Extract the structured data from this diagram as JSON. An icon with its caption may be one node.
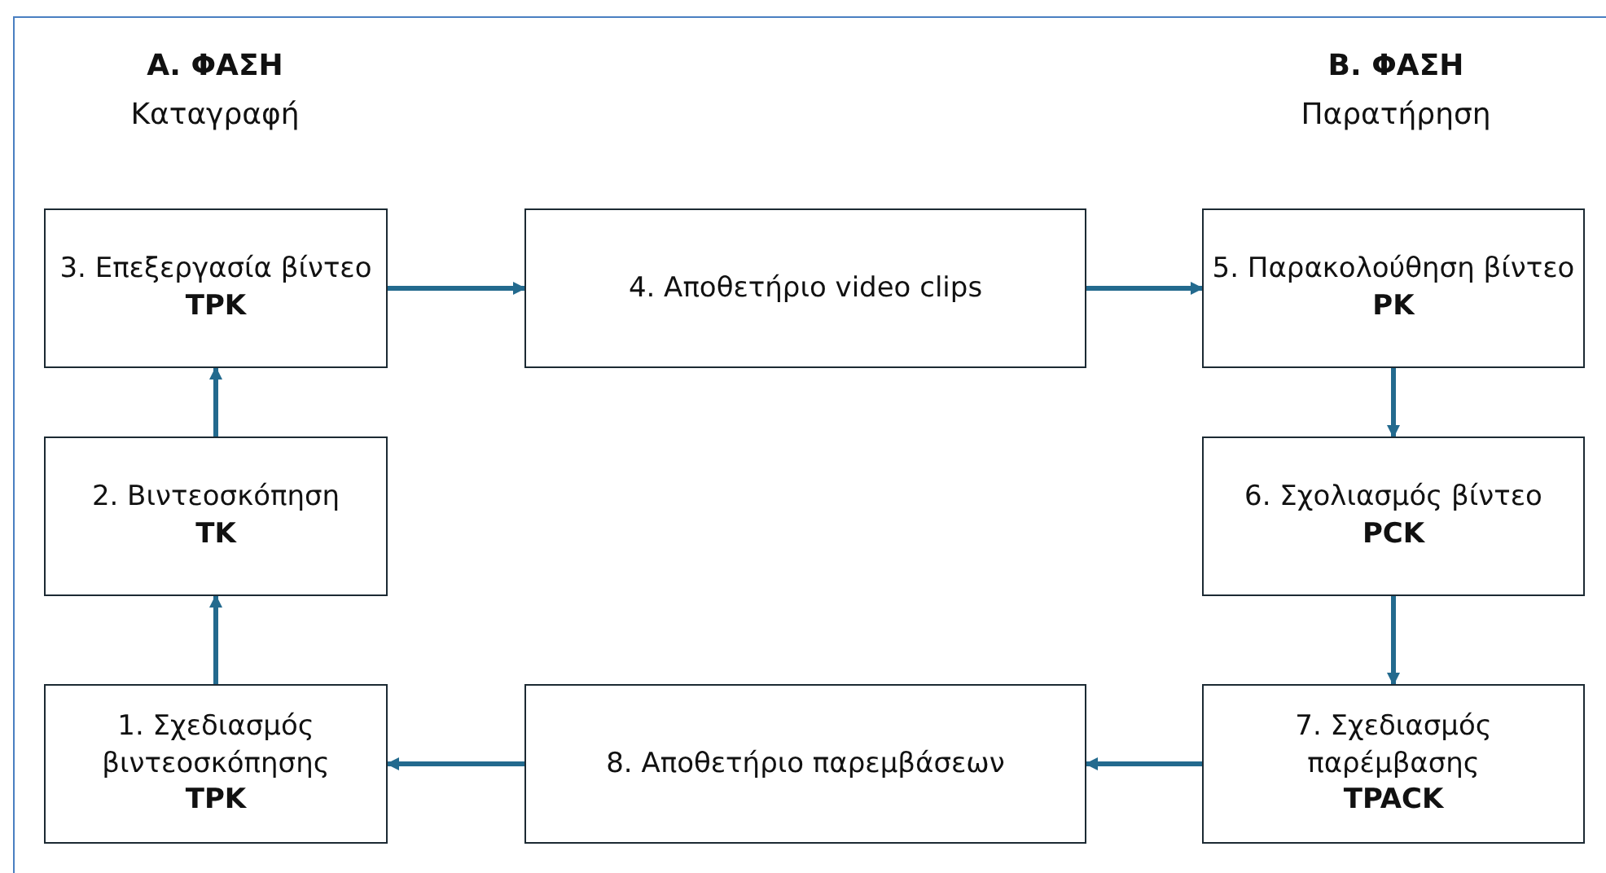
{
  "diagram": {
    "nodes": [
      {
        "text": [
          "3. Επεξεργασία βίντεο",
          "TPK"
        ]
      },
      {
        "text": [
          "4. Αποθετήριο video clips"
        ]
      },
      {
        "text": [
          "5. Παρακολούθηση βίντεο",
          "PK"
        ]
      },
      {
        "text": [
          "2. Βιντεοσκόπηση",
          "TK"
        ]
      },
      {
        "text": [
          "6. Σχολιασμός βίντεο",
          "PCK"
        ]
      },
      {
        "text": [
          "1. Σχεδιασμός βιντεοσκόπησης",
          "TPK"
        ]
      },
      {
        "text": [
          "8. Αποθετήριο παρεμβάσεων"
        ]
      },
      {
        "text": [
          "7. Σχεδιασμός παρέμβασης",
          "TPACK"
        ]
      }
    ],
    "edges": [
      {
        "from": 5,
        "to": 3,
        "arrow": "to"
      },
      {
        "from": 3,
        "to": 0,
        "arrow": "to"
      },
      {
        "from": 0,
        "to": 1,
        "arrow": "to"
      },
      {
        "from": 1,
        "to": 2,
        "arrow": "to"
      },
      {
        "from": 2,
        "to": 4,
        "arrow": "to"
      },
      {
        "from": 4,
        "to": 7,
        "arrow": "to"
      },
      {
        "from": 7,
        "to": 6,
        "arrow": "to"
      },
      {
        "from": 6,
        "to": 5,
        "arrow": "to"
      }
    ],
    "labels": [
      "Α. ΦΑΣΗ",
      "Καταγραφή",
      "Β. ΦΑΣΗ",
      "Παρατήρηση"
    ]
  }
}
